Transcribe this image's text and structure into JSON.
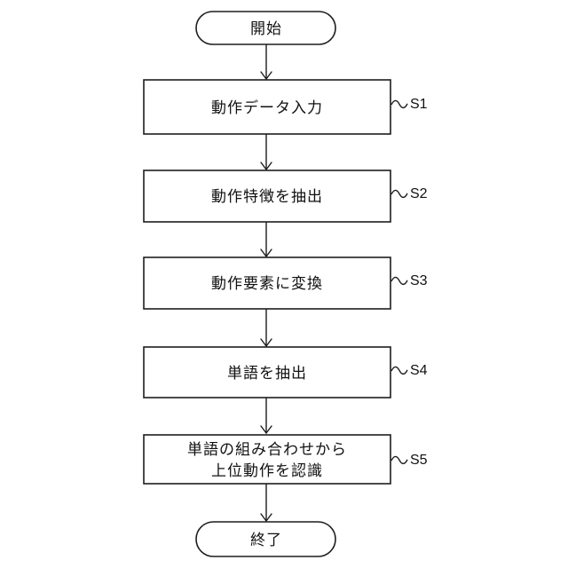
{
  "flowchart": {
    "title": "motion-recognition-flowchart",
    "start_label": "開始",
    "end_label": "終了",
    "steps": [
      {
        "id": "S1",
        "lines": [
          "動作データ入力"
        ]
      },
      {
        "id": "S2",
        "lines": [
          "動作特徴を抽出"
        ]
      },
      {
        "id": "S3",
        "lines": [
          "動作要素に変換"
        ]
      },
      {
        "id": "S4",
        "lines": [
          "単語を抽出"
        ]
      },
      {
        "id": "S5",
        "lines": [
          "単語の組み合わせから",
          "上位動作を認識"
        ]
      }
    ],
    "colors": {
      "line": "#1d1d1d",
      "background": "#ffffff",
      "box_fill": "#ffffff"
    }
  }
}
